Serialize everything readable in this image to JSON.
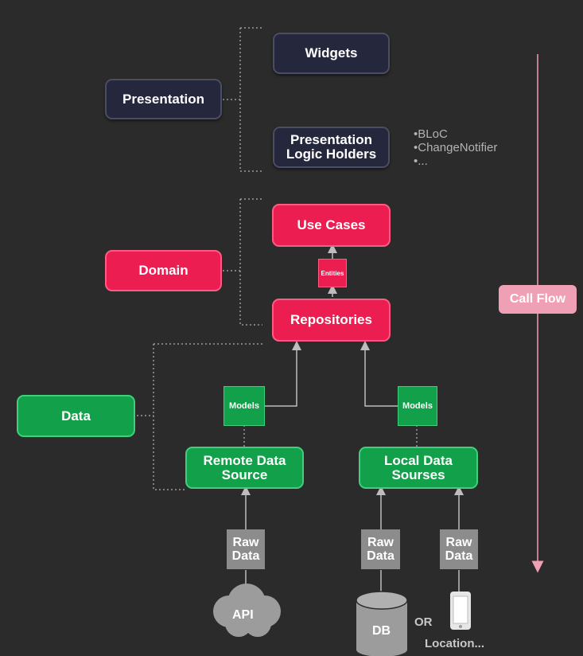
{
  "layers": {
    "presentation": "Presentation",
    "domain": "Domain",
    "data": "Data"
  },
  "presentation": {
    "widgets": "Widgets",
    "logic_holders_line1": "Presentation",
    "logic_holders_line2": "Logic Holders",
    "notes": [
      "•BLoC",
      "•ChangeNotifier",
      "•..."
    ]
  },
  "domain": {
    "use_cases": "Use Cases",
    "entities": "Entities",
    "repositories": "Repositories"
  },
  "data": {
    "models_remote": "Models",
    "models_local": "Models",
    "remote_line1": "Remote Data",
    "remote_line2": "Source",
    "local_line1": "Local Data",
    "local_line2": "Sourses",
    "raw1_line1": "Raw",
    "raw1_line2": "Data",
    "raw2_line1": "Raw",
    "raw2_line2": "Data",
    "raw3_line1": "Raw",
    "raw3_line2": "Data"
  },
  "sources": {
    "api": "API",
    "db": "DB",
    "or": "OR",
    "location": "Location..."
  },
  "call_flow": "Call Flow",
  "colors": {
    "background": "#2b2b2b",
    "presentation": "#25273d",
    "domain": "#ec1d50",
    "data": "#12a04a",
    "raw": "#8c8c8c",
    "call_flow": "#f0a0b4"
  }
}
